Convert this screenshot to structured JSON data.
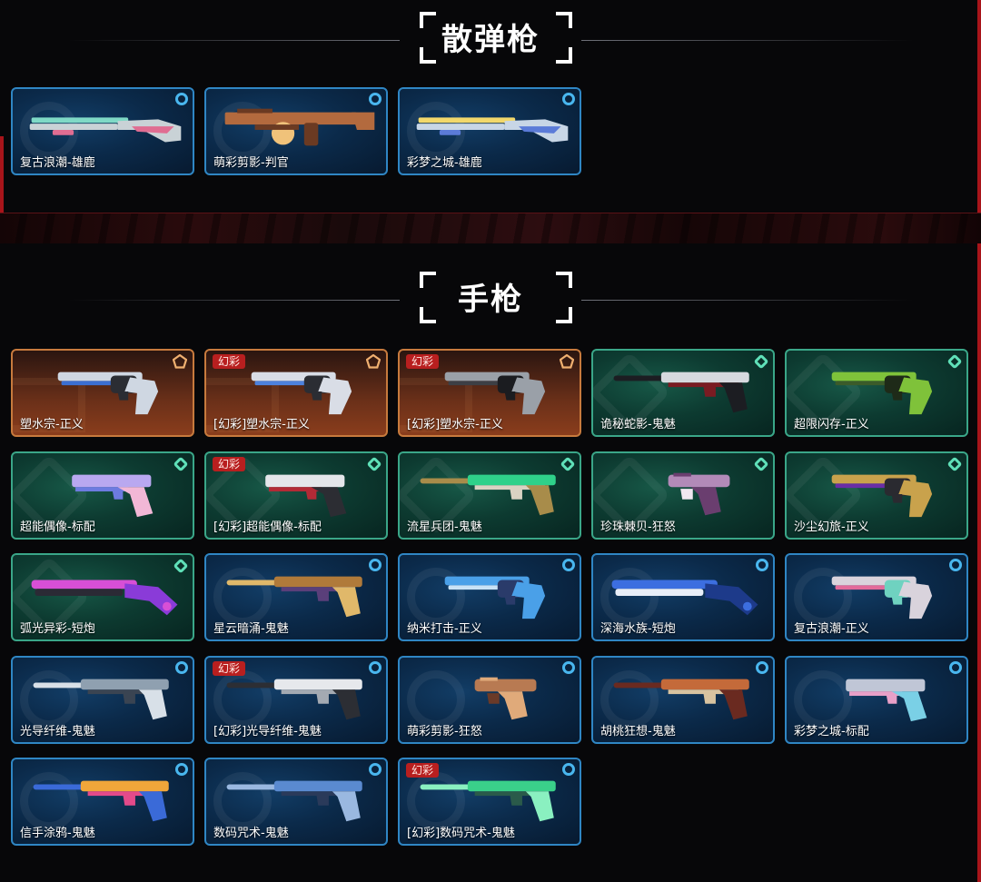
{
  "sections": {
    "shotgun": {
      "title": "散弹枪",
      "items": [
        {
          "name": "复古浪潮-雄鹿",
          "tier": "blue",
          "badge": "",
          "gun": "shotgun",
          "colors": [
            "#c9d2d6",
            "#e06d92",
            "#7fd9c6"
          ]
        },
        {
          "name": "萌彩剪影-判官",
          "tier": "blue",
          "badge": "",
          "gun": "judge",
          "colors": [
            "#b36a3e",
            "#f0c27a",
            "#6b3a22"
          ]
        },
        {
          "name": "彩梦之城-雄鹿",
          "tier": "blue",
          "badge": "",
          "gun": "shotgun",
          "colors": [
            "#c8d6e6",
            "#5b7bd8",
            "#f2d86b"
          ]
        }
      ]
    },
    "pistol": {
      "title": "手枪",
      "items": [
        {
          "name": "塑水宗-正义",
          "tier": "orange",
          "badge": "",
          "gun": "revolver",
          "colors": [
            "#cfd7e2",
            "#3b6fd2",
            "#2b2d33"
          ]
        },
        {
          "name": "[幻彩]塑水宗-正义",
          "tier": "orange",
          "badge": "幻彩",
          "gun": "revolver",
          "colors": [
            "#d9dde6",
            "#4d82de",
            "#2b2d33"
          ]
        },
        {
          "name": "[幻彩]塑水宗-正义",
          "tier": "orange",
          "badge": "幻彩",
          "gun": "revolver",
          "colors": [
            "#9aa0a8",
            "#3d3f45",
            "#1b1c20"
          ]
        },
        {
          "name": "诡秘蛇影-鬼魅",
          "tier": "green",
          "badge": "",
          "gun": "ghost",
          "colors": [
            "#d6d9de",
            "#7a1b22",
            "#1c1d22"
          ]
        },
        {
          "name": "超限闪存-正义",
          "tier": "green",
          "badge": "",
          "gun": "revolver",
          "colors": [
            "#7fc23a",
            "#3b5b2a",
            "#1e2a18"
          ]
        },
        {
          "name": "超能偶像-标配",
          "tier": "green",
          "badge": "",
          "gun": "classic",
          "colors": [
            "#b9a8f0",
            "#6d7be0",
            "#f2b7d6"
          ]
        },
        {
          "name": "[幻彩]超能偶像-标配",
          "tier": "green",
          "badge": "幻彩",
          "gun": "classic",
          "colors": [
            "#e4e6ea",
            "#b32a36",
            "#2c2d33"
          ]
        },
        {
          "name": "流星兵团-鬼魅",
          "tier": "green",
          "badge": "",
          "gun": "ghost",
          "colors": [
            "#2fd18a",
            "#d9d2c2",
            "#a88c4a"
          ]
        },
        {
          "name": "珍珠棘贝-狂怒",
          "tier": "green",
          "badge": "",
          "gun": "frenzy",
          "colors": [
            "#b28ab8",
            "#f1e7f0",
            "#6a3e6f"
          ]
        },
        {
          "name": "沙尘幻旅-正义",
          "tier": "green",
          "badge": "",
          "gun": "revolver",
          "colors": [
            "#c9a24c",
            "#6a2da6",
            "#2a2a30"
          ]
        },
        {
          "name": "弧光异彩-短炮",
          "tier": "green",
          "badge": "",
          "gun": "shorty",
          "colors": [
            "#d84fd6",
            "#2b2a35",
            "#8a3bd8"
          ]
        },
        {
          "name": "星云暗涌-鬼魅",
          "tier": "blue",
          "badge": "",
          "gun": "ghost",
          "colors": [
            "#b07a3a",
            "#5a3f7a",
            "#e0b86a"
          ]
        },
        {
          "name": "纳米打击-正义",
          "tier": "blue",
          "badge": "",
          "gun": "revolver",
          "colors": [
            "#4aa0e8",
            "#c8e2f6",
            "#2a3b6a"
          ]
        },
        {
          "name": "深海水族-短炮",
          "tier": "blue",
          "badge": "",
          "gun": "shorty",
          "colors": [
            "#3c6ee0",
            "#e8eef8",
            "#1d3a8a"
          ]
        },
        {
          "name": "复古浪潮-正义",
          "tier": "blue",
          "badge": "",
          "gun": "revolver",
          "colors": [
            "#d9d3dc",
            "#e26a9a",
            "#6fd2c0"
          ]
        },
        {
          "name": "光导纤维-鬼魅",
          "tier": "blue",
          "badge": "",
          "gun": "ghost",
          "colors": [
            "#8fa0b0",
            "#3a4452",
            "#d8e0e8"
          ]
        },
        {
          "name": "[幻彩]光导纤维-鬼魅",
          "tier": "blue",
          "badge": "幻彩",
          "gun": "ghost",
          "colors": [
            "#e6e8ec",
            "#a4aab2",
            "#2c2e34"
          ]
        },
        {
          "name": "萌彩剪影-狂怒",
          "tier": "blue",
          "badge": "",
          "gun": "frenzy",
          "colors": [
            "#b87a52",
            "#6a3a28",
            "#e0aa7a"
          ]
        },
        {
          "name": "胡桃狂想-鬼魅",
          "tier": "blue",
          "badge": "",
          "gun": "ghost",
          "colors": [
            "#c46a3a",
            "#d8c3a0",
            "#6a2a20"
          ]
        },
        {
          "name": "彩梦之城-标配",
          "tier": "blue",
          "badge": "",
          "gun": "classic",
          "colors": [
            "#c0c6d6",
            "#e8a0c8",
            "#7ad0e6"
          ]
        },
        {
          "name": "信手涂鸦-鬼魅",
          "tier": "blue",
          "badge": "",
          "gun": "ghost",
          "colors": [
            "#f0a63a",
            "#e34a8a",
            "#3a6ad8"
          ]
        },
        {
          "name": "数码咒术-鬼魅",
          "tier": "blue",
          "badge": "",
          "gun": "ghost",
          "colors": [
            "#5a8ad0",
            "#2a3a5a",
            "#9ab8e0"
          ]
        },
        {
          "name": "[幻彩]数码咒术-鬼魅",
          "tier": "blue",
          "badge": "幻彩",
          "gun": "ghost",
          "colors": [
            "#3ad08a",
            "#2a5a4a",
            "#8af0c0"
          ]
        }
      ]
    }
  }
}
